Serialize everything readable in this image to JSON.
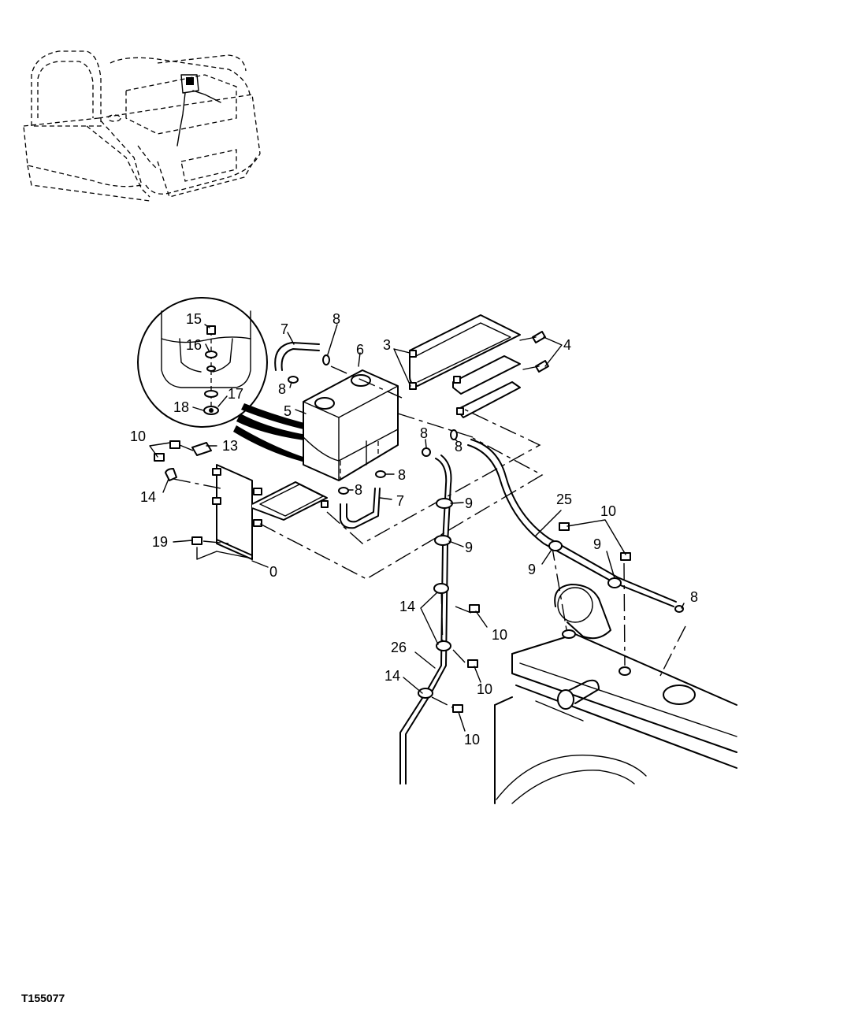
{
  "figure_id": "T155077",
  "callouts": {
    "c0": "0",
    "c3": "3",
    "c4": "4",
    "c5": "5",
    "c6": "6",
    "c7_top": "7",
    "c7_bottom": "7",
    "c8_top": "8",
    "c8_left": "8",
    "c8_mid": "8",
    "c8_tank_a": "8",
    "c8_tank_b": "8",
    "c8_right": "8",
    "c9_a": "9",
    "c9_b": "9",
    "c9_c": "9",
    "c9_d": "9",
    "c10_left": "10",
    "c10_right": "10",
    "c10_a": "10",
    "c10_b": "10",
    "c10_c": "10",
    "c13": "13",
    "c14_left": "14",
    "c14_mid": "14",
    "c14_low": "14",
    "c15": "15",
    "c16": "16",
    "c17": "17",
    "c18": "18",
    "c19": "19",
    "c25": "25",
    "c26": "26"
  }
}
